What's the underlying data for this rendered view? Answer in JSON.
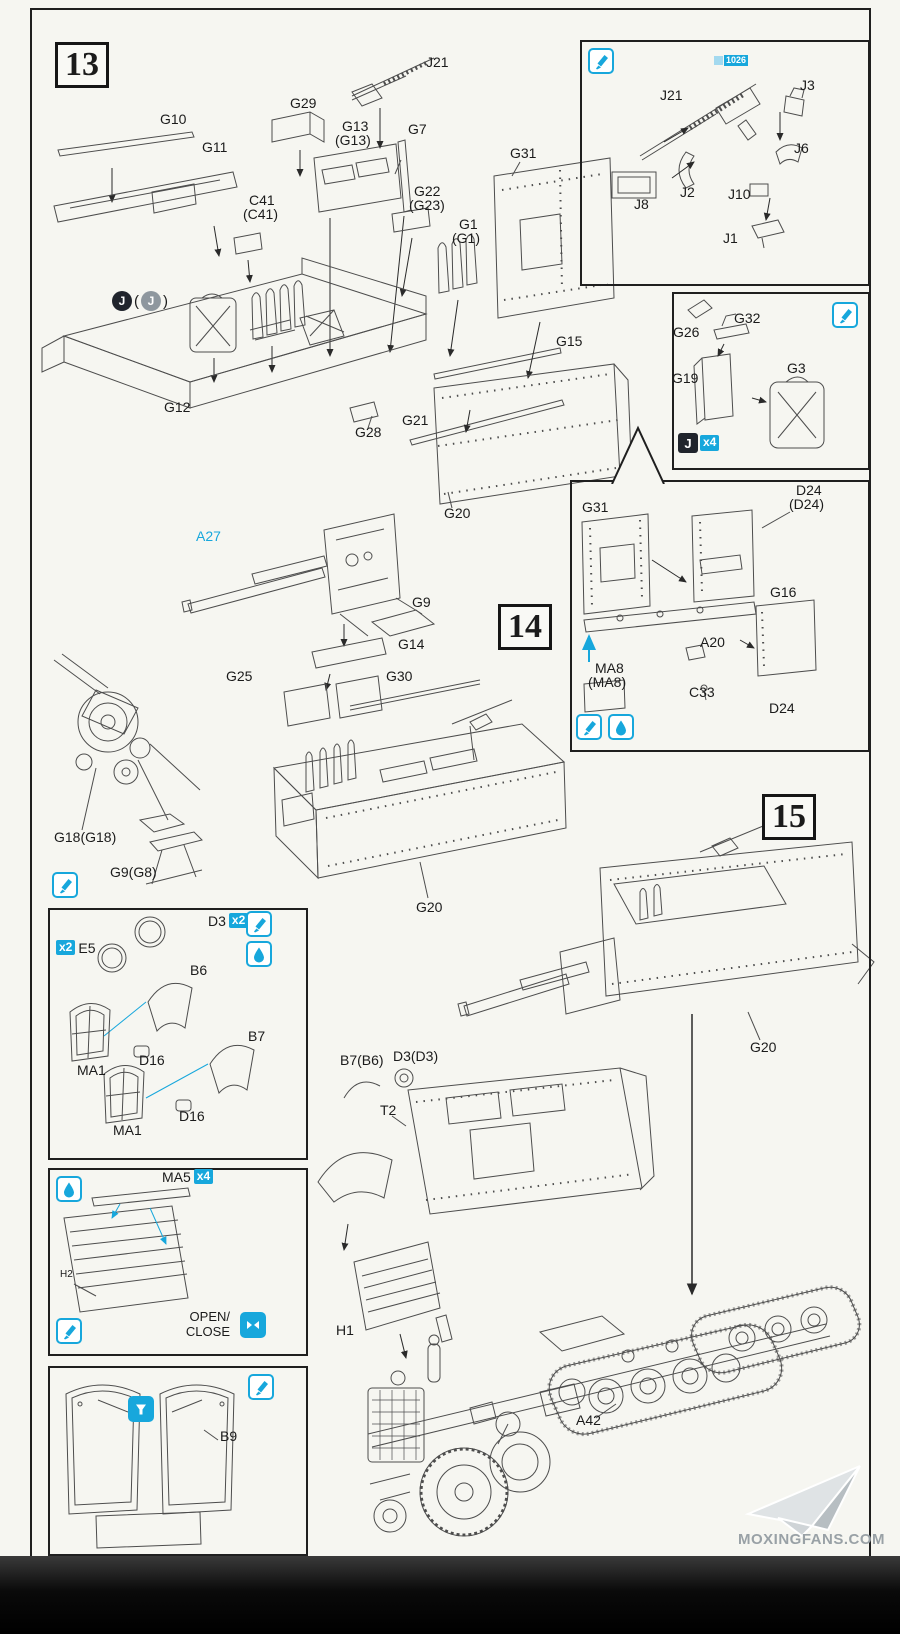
{
  "steps": {
    "s13": "13",
    "s14": "14",
    "s15": "15"
  },
  "badges": {
    "j": "J",
    "paren_open": "(",
    "paren_close": ")",
    "x2": "x2",
    "x4": "x4",
    "ref": "1026"
  },
  "open_close": {
    "l1": "OPEN/",
    "l2": "CLOSE"
  },
  "watermark": {
    "text": "MOXINGFANS.COM"
  },
  "colors": {
    "accent": "#17a7dc",
    "line": "#4d4d4d"
  },
  "icons": {
    "cement": "brush-icon",
    "optional": "droplet-icon",
    "open_close": "open-close-icon",
    "insert": "funnel-arrow-icon",
    "logo": "paper-plane-logo"
  },
  "labels": {
    "j21": "J21",
    "g29": "G29",
    "g10": "G10",
    "g13": "G13",
    "g13_alt": "(G13)",
    "g7": "G7",
    "g11": "G11",
    "g31": "G31",
    "c41": "C41",
    "c41_alt": "(C41)",
    "g22": "G22",
    "g23_alt": "(G23)",
    "g1": "G1",
    "g1_alt": "(G1)",
    "g15": "G15",
    "g12": "G12",
    "g28": "G28",
    "g21": "G21",
    "g20": "G20",
    "j3": "J3",
    "j6": "J6",
    "j2": "J2",
    "j8": "J8",
    "j10": "J10",
    "j1": "J1",
    "g32": "G32",
    "g26": "G26",
    "g19": "G19",
    "g3": "G3",
    "a27": "A27",
    "g9": "G9",
    "g14": "G14",
    "g25": "G25",
    "g30": "G30",
    "g18_g18": "G18(G18)",
    "g9_g8": "G9(G8)",
    "d24": "D24",
    "d24_alt": "(D24)",
    "g16": "G16",
    "a20": "A20",
    "ma8": "MA8",
    "ma8_alt": "(MA8)",
    "c33": "C33",
    "d3": "D3",
    "e5": "E5",
    "b6": "B6",
    "b7": "B7",
    "ma1": "MA1",
    "d16": "D16",
    "b7_b6": "B7(B6)",
    "d3_d3": "D3(D3)",
    "t2": "T2",
    "h1": "H1",
    "a42": "A42",
    "ma5": "MA5",
    "h2": "H2",
    "b9": "B9"
  }
}
